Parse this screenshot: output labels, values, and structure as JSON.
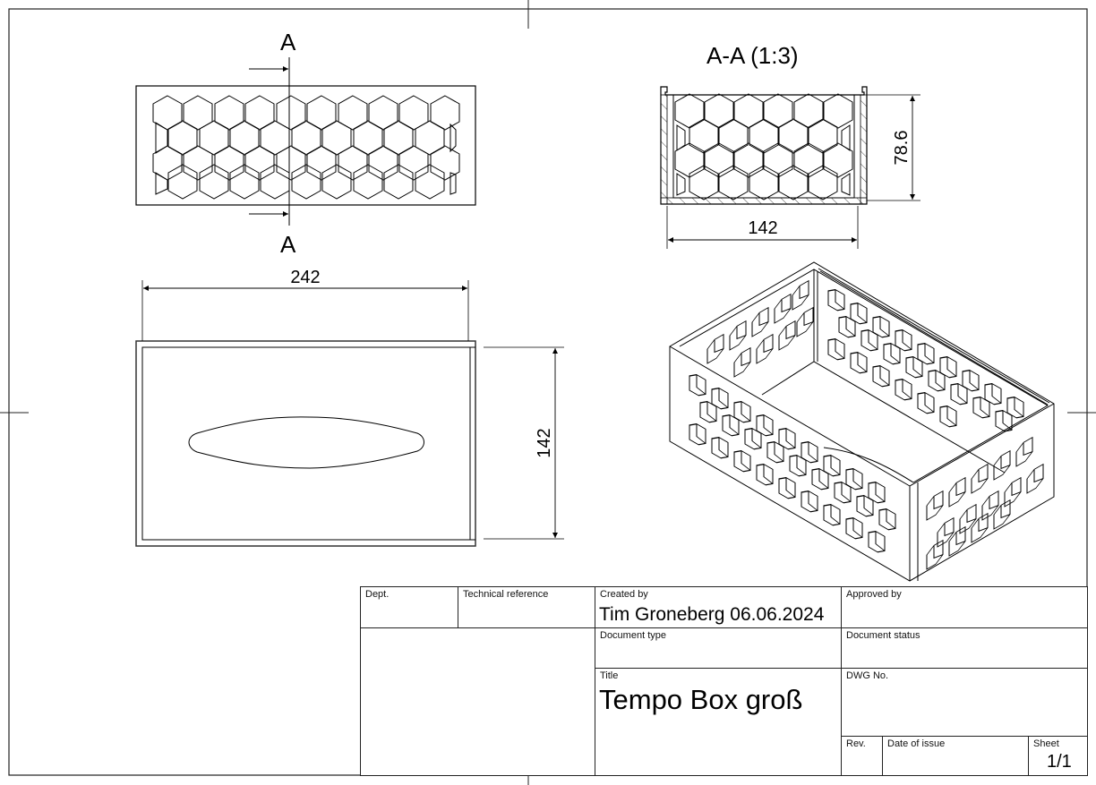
{
  "drawing": {
    "views": {
      "front_view": {
        "section_marker_top": "A",
        "section_marker_bottom": "A"
      },
      "section_view": {
        "label": "A-A (1:3)",
        "height_dimension": "78.6",
        "width_dimension": "142"
      },
      "top_view": {
        "width_dimension": "242",
        "depth_dimension": "142"
      },
      "isometric_view": {
        "description": "Isometric view of hexagon-perforated tissue box"
      }
    }
  },
  "title_block": {
    "dept": {
      "label": "Dept.",
      "value": ""
    },
    "technical_reference": {
      "label": "Technical reference",
      "value": ""
    },
    "created_by": {
      "label": "Created by",
      "value": "Tim Groneberg 06.06.2024"
    },
    "approved_by": {
      "label": "Approved by",
      "value": ""
    },
    "document_type": {
      "label": "Document type",
      "value": ""
    },
    "document_status": {
      "label": "Document status",
      "value": ""
    },
    "title": {
      "label": "Title",
      "value": "Tempo Box groß"
    },
    "dwg_no": {
      "label": "DWG No.",
      "value": ""
    },
    "rev": {
      "label": "Rev.",
      "value": ""
    },
    "date_of_issue": {
      "label": "Date of issue",
      "value": ""
    },
    "sheet": {
      "label": "Sheet",
      "value": "1/1"
    }
  }
}
